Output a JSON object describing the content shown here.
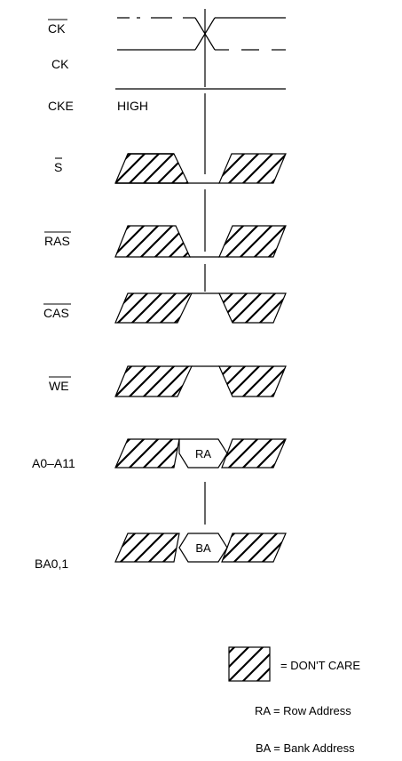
{
  "signals": {
    "ck_bar": "CK",
    "ck": "CK",
    "cke": "CKE",
    "cke_level": "HIGH",
    "s_bar": "S",
    "ras_bar": "RAS",
    "cas_bar": "CAS",
    "we_bar": "WE",
    "address": "A0–A11",
    "bank": "BA0,1"
  },
  "values": {
    "row_address": "RA",
    "bank_address": "BA"
  },
  "legend": {
    "dont_care": "= DON'T CARE",
    "ra": "RA = Row Address",
    "ba": "BA = Bank Address"
  },
  "colors": {
    "line": "#000000",
    "background": "#ffffff"
  }
}
